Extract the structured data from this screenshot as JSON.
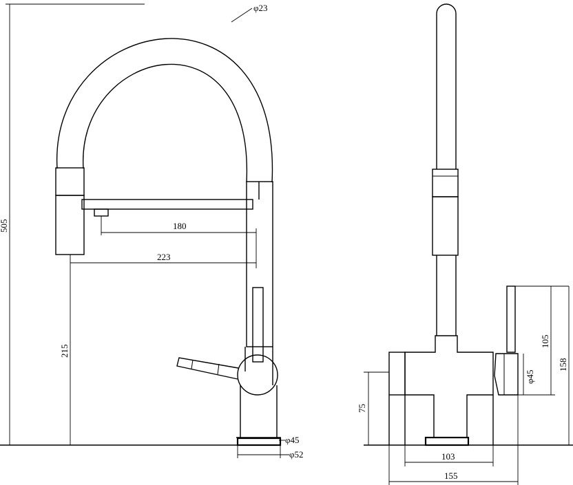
{
  "front_view": {
    "dim_spout_diameter": "φ23",
    "dim_total_height": "505",
    "dim_spray_reach": "180",
    "dim_head_reach": "223",
    "dim_base_height": "215",
    "dim_base_inner_diameter": "φ45",
    "dim_base_outer_diameter": "φ52"
  },
  "side_view": {
    "dim_handle_diameter": "φ45",
    "dim_handle_height": "105",
    "dim_lever_top_height": "158",
    "dim_body_height": "75",
    "dim_inner_width": "103",
    "dim_outer_width": "155"
  },
  "colors": {
    "line": "#000000",
    "background": "#ffffff"
  }
}
